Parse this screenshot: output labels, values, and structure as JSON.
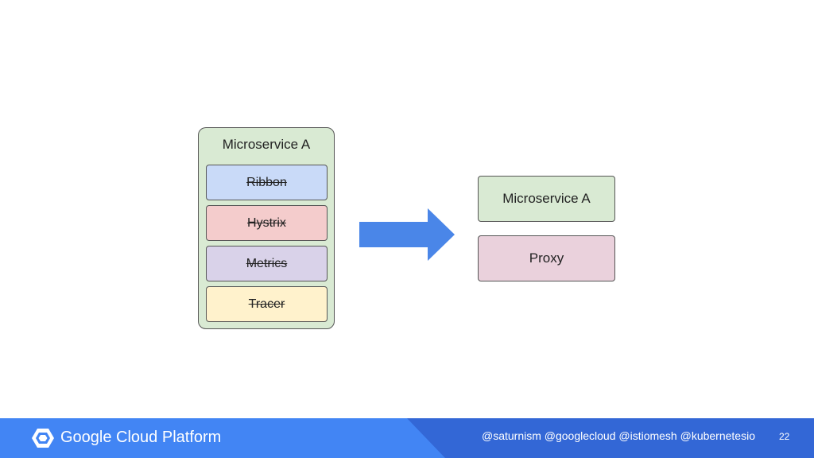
{
  "diagram": {
    "left_container": {
      "title": "Microservice A",
      "libraries": [
        {
          "label": "Ribbon",
          "color": "#c9daf8"
        },
        {
          "label": "Hystrix",
          "color": "#f4cccc"
        },
        {
          "label": "Metrics",
          "color": "#d9d2e9"
        },
        {
          "label": "Tracer",
          "color": "#fff2cc"
        }
      ],
      "color": "#d9ead3"
    },
    "arrow": {
      "color": "#4a86e8"
    },
    "right": {
      "service": {
        "label": "Microservice A",
        "color": "#d9ead3"
      },
      "proxy": {
        "label": "Proxy",
        "color": "#ead1dc"
      }
    }
  },
  "footer": {
    "brand": "Google Cloud Platform",
    "handles": "@saturnism @googlecloud @istiomesh @kubernetesio",
    "page_number": "22",
    "bar_color": "#4285f4",
    "accent_color": "#3367d6"
  }
}
